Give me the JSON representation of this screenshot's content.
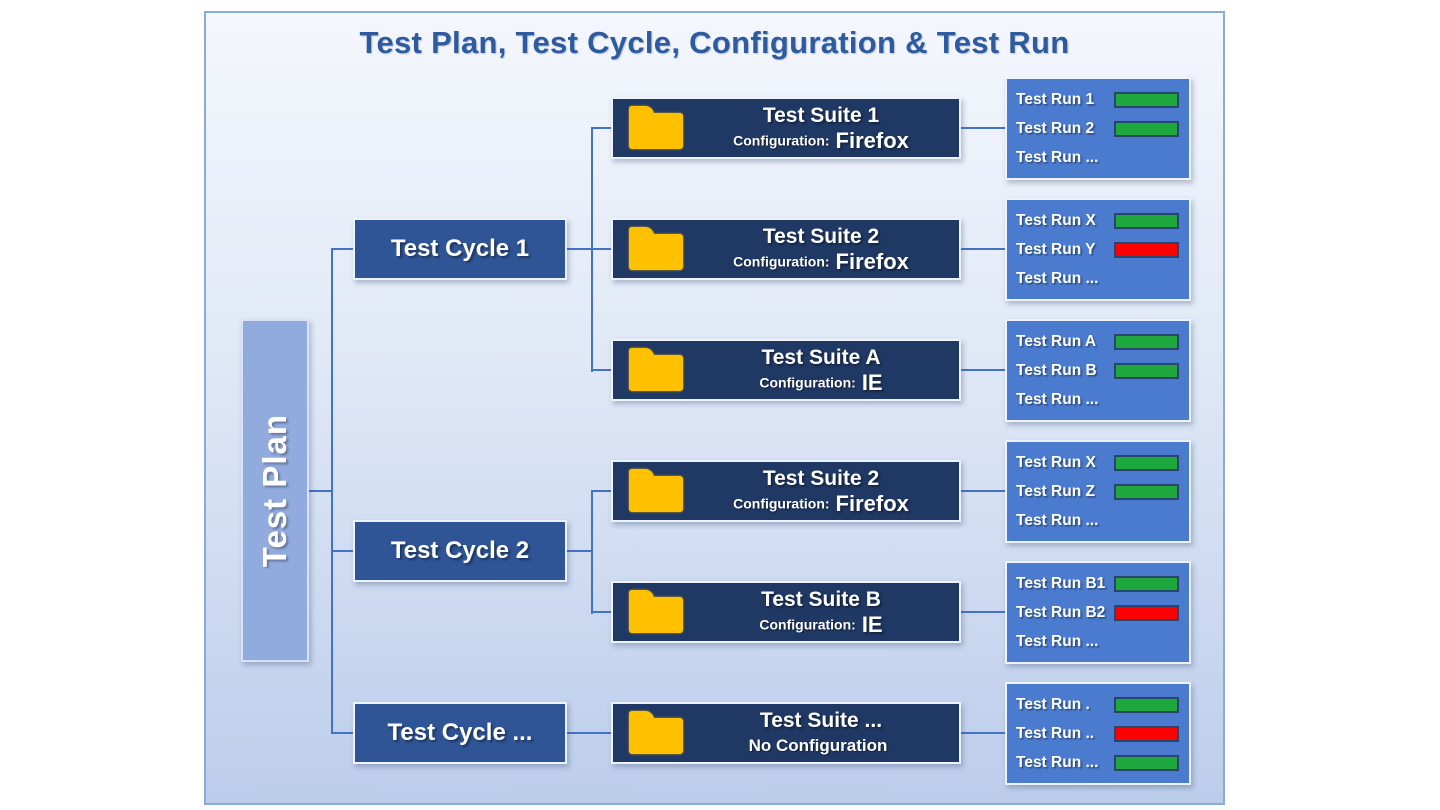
{
  "title": "Test Plan, Test Cycle, Configuration & Test Run",
  "test_plan": {
    "label": "Test Plan"
  },
  "test_cycles": [
    {
      "label": "Test Cycle 1"
    },
    {
      "label": "Test Cycle 2"
    },
    {
      "label": "Test Cycle ..."
    }
  ],
  "test_suites": [
    {
      "title": "Test Suite 1",
      "config_label": "Configuration:",
      "config_value": "Firefox"
    },
    {
      "title": "Test Suite 2",
      "config_label": "Configuration:",
      "config_value": "Firefox"
    },
    {
      "title": "Test Suite A",
      "config_label": "Configuration:",
      "config_value": "IE"
    },
    {
      "title": "Test Suite 2",
      "config_label": "Configuration:",
      "config_value": "Firefox"
    },
    {
      "title": "Test Suite B",
      "config_label": "Configuration:",
      "config_value": "IE"
    },
    {
      "title": "Test Suite ...",
      "config_label": "No Configuration",
      "config_value": ""
    }
  ],
  "run_panels": [
    {
      "runs": [
        {
          "label": "Test Run 1",
          "status": "pass"
        },
        {
          "label": "Test Run 2",
          "status": "pass"
        },
        {
          "label": "Test Run ...",
          "status": "none"
        }
      ]
    },
    {
      "runs": [
        {
          "label": "Test Run X",
          "status": "pass"
        },
        {
          "label": "Test Run Y",
          "status": "fail"
        },
        {
          "label": "Test Run ...",
          "status": "none"
        }
      ]
    },
    {
      "runs": [
        {
          "label": "Test Run A",
          "status": "pass"
        },
        {
          "label": "Test Run B",
          "status": "pass"
        },
        {
          "label": "Test Run ...",
          "status": "none"
        }
      ]
    },
    {
      "runs": [
        {
          "label": "Test Run X",
          "status": "pass"
        },
        {
          "label": "Test Run Z",
          "status": "pass"
        },
        {
          "label": "Test Run ...",
          "status": "none"
        }
      ]
    },
    {
      "runs": [
        {
          "label": "Test Run B1",
          "status": "pass"
        },
        {
          "label": "Test Run B2",
          "status": "fail"
        },
        {
          "label": "Test Run ...",
          "status": "none"
        }
      ]
    },
    {
      "runs": [
        {
          "label": "Test Run .",
          "status": "pass"
        },
        {
          "label": "Test Run ..",
          "status": "fail"
        },
        {
          "label": "Test Run ...",
          "status": "pass"
        }
      ]
    }
  ],
  "colors": {
    "status_pass": "#1ea73d",
    "status_fail": "#fe0000",
    "folder": "#ffc000",
    "suite_fill": "#1f3864",
    "cycle_fill": "#2f5597",
    "panel_fill": "#4a7bce",
    "plan_fill": "#92abdf",
    "connector": "#4472c4",
    "title_text": "#2e5b9e"
  }
}
